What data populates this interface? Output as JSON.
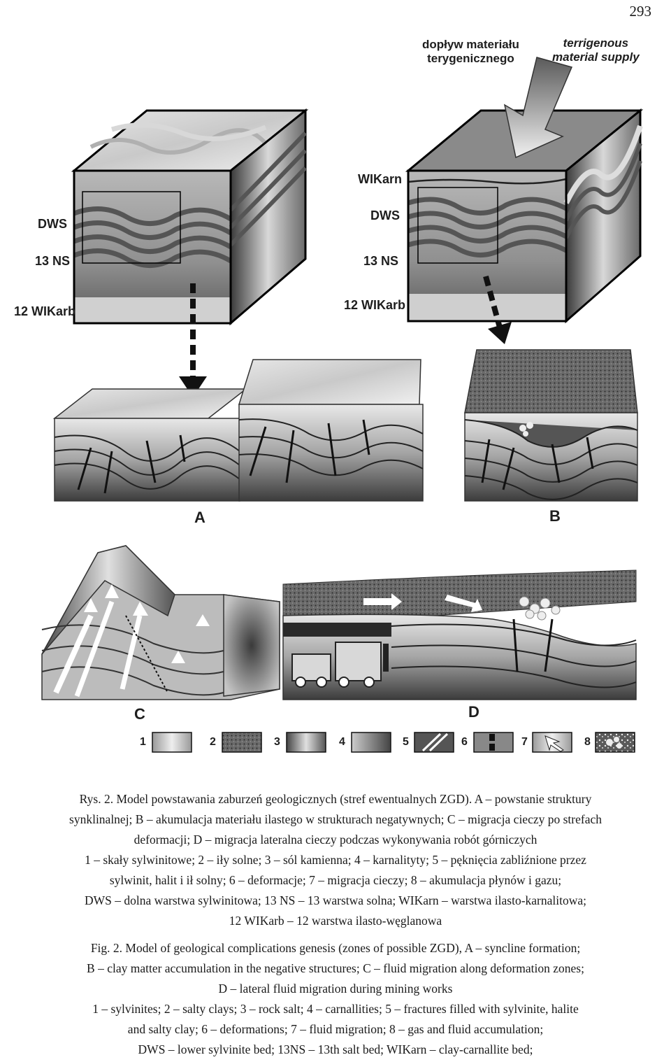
{
  "page_number": "293",
  "labels": {
    "supply_pl_line1": "dopływ materiału",
    "supply_pl_line2": "terygenicznego",
    "supply_en_line1": "terrigenous",
    "supply_en_line2": "material supply",
    "left_dws": "DWS",
    "left_13ns": "13 NS",
    "left_12wikarb": "12 WIKarb",
    "right_wikarn": "WIKarn",
    "right_dws": "DWS",
    "right_13ns": "13 NS",
    "right_12wikarb": "12 WIKarb",
    "panel_a": "A",
    "panel_b": "B",
    "panel_c": "C",
    "panel_d": "D"
  },
  "legend": [
    {
      "num": "1"
    },
    {
      "num": "2"
    },
    {
      "num": "3"
    },
    {
      "num": "4"
    },
    {
      "num": "5"
    },
    {
      "num": "6"
    },
    {
      "num": "7"
    },
    {
      "num": "8"
    }
  ],
  "caption_pl": [
    "Rys. 2. Model powstawania zaburzeń geologicznych (stref ewentualnych ZGD). A – powstanie struktury",
    "synklinalnej; B – akumulacja materiału ilastego w strukturach negatywnych; C – migracja cieczy po strefach",
    "deformacji; D – migracja lateralna cieczy podczas wykonywania robót górniczych",
    "1 – skały sylwinitowe; 2 – iły solne; 3 – sól kamienna; 4 – karnalityty; 5 – pęknięcia zabliźnione przez",
    "sylwinit, halit i ił solny; 6 – deformacje; 7 – migracja cieczy; 8 – akumulacja płynów i gazu;",
    "DWS – dolna warstwa sylwinitowa; 13 NS – 13 warstwa solna; WIKarn – warstwa ilasto-karnalitowa;",
    "12 WIKarb – 12 warstwa ilasto-węglanowa"
  ],
  "caption_en": [
    "Fig. 2. Model of geological complications genesis (zones of possible ZGD), A – syncline formation;",
    "B – clay matter accumulation in the negative structures; C – fluid migration along deformation zones;",
    "D – lateral fluid migration during mining works",
    "1 – sylvinites; 2 – salty clays; 3 – rock salt; 4 – carnallities; 5 – fractures filled with sylvinite, halite",
    "and salty clay; 6 – deformations; 7 – fluid migration; 8 – gas and fluid accumulation;",
    "DWS – lower sylvinite bed; 13NS – 13th salt bed; WIKarn – clay-carnallite bed;"
  ]
}
